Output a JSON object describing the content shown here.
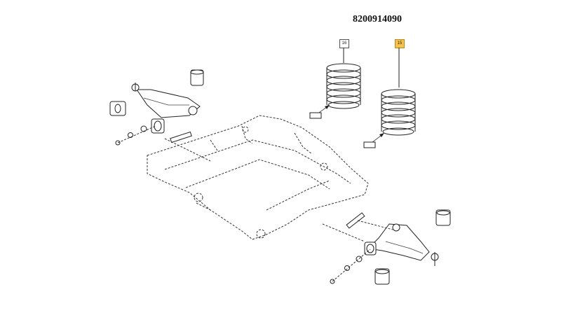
{
  "diagram": {
    "part_number": "8200914090",
    "callouts": {
      "rear_spring_ref": "16",
      "front_spring_ref": "15"
    },
    "highlight_color": "#f6c24a"
  }
}
